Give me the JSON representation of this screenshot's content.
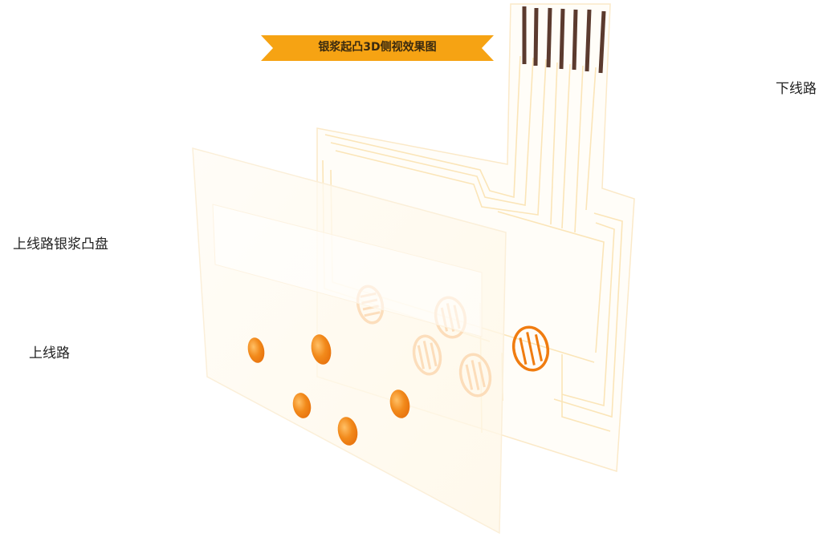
{
  "banner": {
    "title": "银浆起凸3D侧视效果图",
    "color": "#f6a313"
  },
  "labels": {
    "bottom_circuit": "下线路",
    "top_circuit_bumps": "上线路银浆凸盘",
    "top_circuit": "上线路"
  },
  "colors": {
    "silver_bump": "#f28a1b",
    "bump_highlight": "#ffc066",
    "contact_pad": "#f07c10",
    "circuit_trace": "#fbe7bf",
    "tail_connector": "#5b3a2e",
    "film_layer": "#fffaf0"
  }
}
